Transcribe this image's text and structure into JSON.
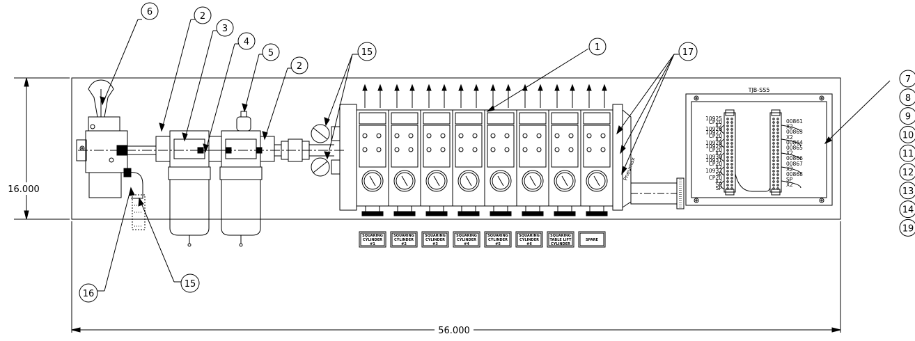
{
  "dimensions": {
    "height": "16.000",
    "width": "56.000"
  },
  "balloons": {
    "b1": "1",
    "b2a": "2",
    "b2b": "2",
    "b3": "3",
    "b4": "4",
    "b5": "5",
    "b6": "6",
    "b15a": "15",
    "b15b": "15",
    "b16": "16",
    "b17": "17"
  },
  "right_column_balloons": [
    "7",
    "8",
    "9",
    "10",
    "11",
    "12",
    "13",
    "14",
    "19"
  ],
  "valve_labels": [
    [
      "SQUARING",
      "CYLINDER",
      "#1"
    ],
    [
      "SQUARING",
      "CYLINDER",
      "#2"
    ],
    [
      "SQUARING",
      "CYLINDER",
      "#3"
    ],
    [
      "SQUARING",
      "CYLINDER",
      "#4"
    ],
    [
      "SQUARING",
      "CYLINDER",
      "#5"
    ],
    [
      "SQUARING",
      "CYLINDER",
      "#6"
    ],
    [
      "SQUARING",
      "TABLE LIFT",
      "CYLINDER"
    ],
    [
      "SPARE"
    ]
  ],
  "enclosure": {
    "title": "TJB-SS5",
    "left_terminal_labels": [
      "10925",
      "CP20",
      "X2",
      "10926",
      "10927",
      "CP20",
      "X2",
      "10928",
      "10929",
      "CP20",
      "X2",
      "10930",
      "10931",
      "CP20",
      "X2",
      "10932",
      "SP",
      "CP20",
      "X2",
      "SP",
      "SP"
    ],
    "right_terminal_labels": [
      "00861",
      "X2",
      "00863",
      "X2",
      "00864",
      "00865",
      "X2",
      "00866",
      "00867",
      "X2",
      "00868",
      "SP",
      "X2"
    ]
  },
  "manifold_brand": "Pneumax"
}
